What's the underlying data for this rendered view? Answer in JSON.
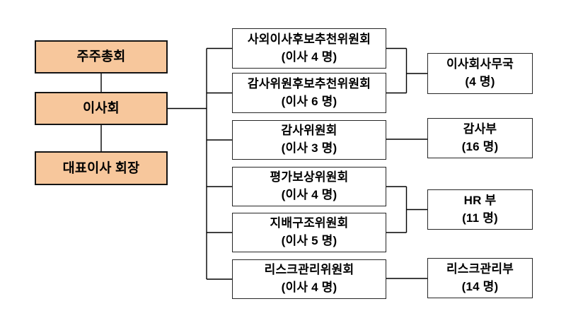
{
  "diagram": {
    "colors": {
      "node_fill": "#F7C79C",
      "node_border": "#141414",
      "box_border": "#262626",
      "line": "#000000",
      "background": "#ffffff"
    },
    "governance": [
      {
        "label": "주주총회"
      },
      {
        "label": "이사회"
      },
      {
        "label": "대표이사 회장"
      }
    ],
    "committees": [
      {
        "name": "사외이사후보추천위원회",
        "detail": "(이사 4 명)"
      },
      {
        "name": "감사위원후보추천위원회",
        "detail": "(이사 6 명)"
      },
      {
        "name": "감사위원회",
        "detail": "(이사 3 명)"
      },
      {
        "name": "평가보상위원회",
        "detail": "(이사 4 명)"
      },
      {
        "name": "지배구조위원회",
        "detail": "(이사 5 명)"
      },
      {
        "name": "리스크관리위원회",
        "detail": "(이사 4 명)"
      }
    ],
    "departments": [
      {
        "name": "이사회사무국",
        "detail": "(4 명)"
      },
      {
        "name": "감사부",
        "detail": "(16 명)"
      },
      {
        "name": "HR 부",
        "detail": "(11 명)"
      },
      {
        "name": "리스크관리부",
        "detail": "(14 명)"
      }
    ]
  }
}
